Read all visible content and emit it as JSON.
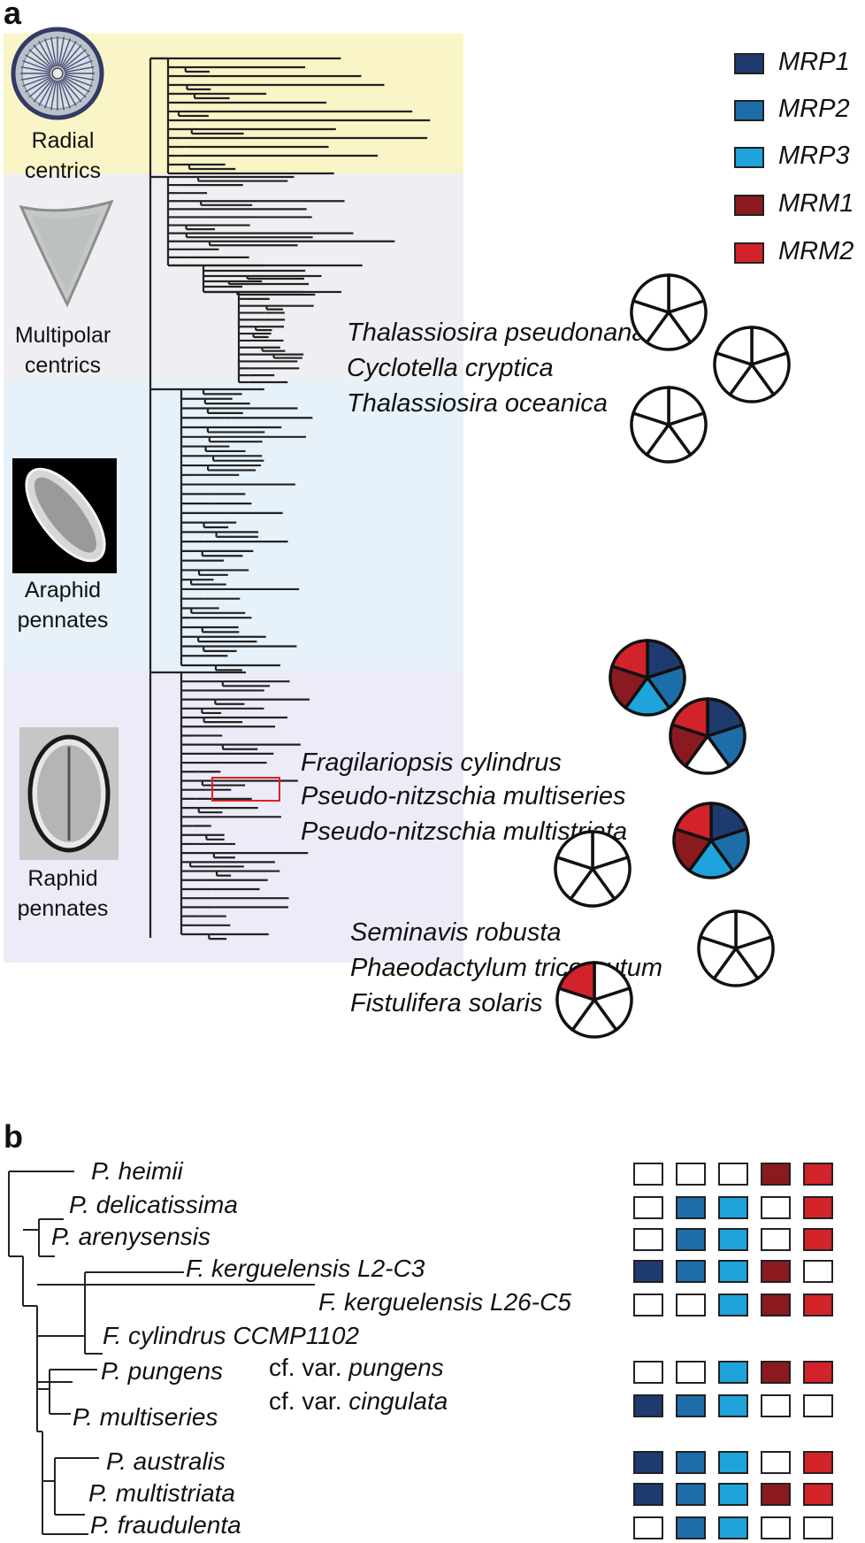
{
  "panel_a": {
    "label": "a",
    "groups": [
      {
        "name": "Radial centrics",
        "line1": "Radial",
        "line2": "centrics",
        "color": "#faf5c6"
      },
      {
        "name": "Multipolar centrics",
        "line1": "Multipolar",
        "line2": "centrics",
        "color": "#efeff3"
      },
      {
        "name": "Araphid pennates",
        "line1": "Araphid",
        "line2": "pennates",
        "color": "#e6f1fa"
      },
      {
        "name": "Raphid pennates",
        "line1": "Raphid",
        "line2": "pennates",
        "color": "#ecebf8"
      }
    ],
    "legend": [
      {
        "label": "MRP1",
        "color": "#1f3a6e"
      },
      {
        "label": "MRP2",
        "color": "#1d6ea8"
      },
      {
        "label": "MRP3",
        "color": "#1ea4da"
      },
      {
        "label": "MRM1",
        "color": "#8a1a1f"
      },
      {
        "label": "MRM2",
        "color": "#d2232a"
      }
    ],
    "species_block_1": [
      "Thalassiosira pseudonana",
      "Cyclotella cryptica",
      "Thalassiosira oceanica"
    ],
    "species_block_2": [
      "Fragilariopsis cylindrus",
      "Pseudo-nitzschia multiseries",
      "Pseudo-nitzschia multistriata"
    ],
    "species_block_3": [
      "Seminavis robusta",
      "Phaeodactylum tricornutum",
      "Fistulifera solaris"
    ],
    "pies": [
      {
        "slices": [
          false,
          false,
          false,
          false,
          false
        ]
      },
      {
        "slices": [
          false,
          false,
          false,
          false,
          false
        ]
      },
      {
        "slices": [
          false,
          false,
          false,
          false,
          false
        ]
      },
      {
        "slices": [
          true,
          true,
          true,
          true,
          true
        ]
      },
      {
        "slices": [
          true,
          true,
          false,
          true,
          true
        ]
      },
      {
        "slices": [
          true,
          true,
          true,
          true,
          true
        ]
      },
      {
        "slices": [
          false,
          false,
          false,
          false,
          false
        ]
      },
      {
        "slices": [
          false,
          false,
          false,
          false,
          false
        ]
      },
      {
        "slices": [
          false,
          false,
          false,
          false,
          true
        ]
      }
    ]
  },
  "panel_b": {
    "label": "b",
    "taxa": [
      "P. heimii",
      "P. delicatissima",
      "P. arenysensis",
      "F. kerguelensis L2-C3",
      "F. kerguelensis L26-C5",
      "F. cylindrus CCMP1102",
      "P. pungens",
      "P. multiseries",
      "P. australis",
      "P. multistriata",
      "P. fraudulenta"
    ],
    "varieties": [
      {
        "prefix": "cf. var. ",
        "name": "pungens"
      },
      {
        "prefix": "cf. var. ",
        "name": "cingulata"
      }
    ],
    "presence_rows": [
      [
        false,
        false,
        false,
        true,
        true
      ],
      [
        false,
        true,
        true,
        false,
        true
      ],
      [
        false,
        true,
        true,
        false,
        true
      ],
      [
        true,
        true,
        true,
        true,
        false
      ],
      [
        false,
        false,
        true,
        true,
        true
      ],
      [
        false,
        false,
        true,
        true,
        true
      ],
      [
        true,
        true,
        true,
        false,
        false
      ],
      [
        true,
        true,
        true,
        false,
        true
      ],
      [
        true,
        true,
        true,
        true,
        true
      ],
      [
        false,
        true,
        true,
        false,
        false
      ]
    ]
  }
}
